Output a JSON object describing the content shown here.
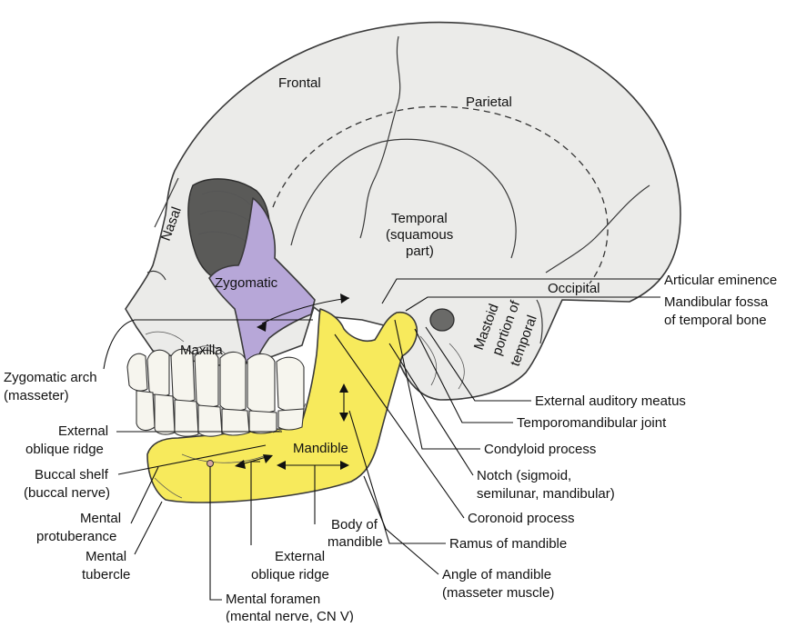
{
  "colors": {
    "cranium": "#ebebe9",
    "zygomatic": "#b7a7d8",
    "mandible": "#f7ea5c",
    "teeth": "#f6f5ee",
    "outline": "#3a3a3a"
  },
  "bones": {
    "frontal": "Frontal",
    "parietal": "Parietal",
    "temporal_line1": "Temporal",
    "temporal_line2": "(squamous",
    "temporal_line3": "part)",
    "nasal": "Nasal",
    "zygomatic": "Zygomatic",
    "maxilla": "Maxilla",
    "occipital": "Occipital",
    "mastoid_line1": "Mastoid",
    "mastoid_line2": "portion of",
    "mastoid_line3": "temporal",
    "mandible": "Mandible"
  },
  "callouts": {
    "articular_eminence": "Articular eminence",
    "mandibular_fossa_line1": "Mandibular fossa",
    "mandibular_fossa_line2": "of temporal bone",
    "external_auditory_meatus": "External auditory meatus",
    "temporomandibular_joint": "Temporomandibular joint",
    "condyloid_process": "Condyloid process",
    "notch_line1": "Notch (sigmoid,",
    "notch_line2": "semilunar, mandibular)",
    "coronoid_process": "Coronoid process",
    "ramus": "Ramus of mandible",
    "angle_line1": "Angle of mandible",
    "angle_line2": "(masseter muscle)",
    "zygomatic_arch_line1": "Zygomatic arch",
    "zygomatic_arch_line2": "(masseter)",
    "ext_oblique_left_line1": "External",
    "ext_oblique_left_line2": "oblique ridge",
    "buccal_shelf_line1": "Buccal shelf",
    "buccal_shelf_line2": "(buccal nerve)",
    "mental_protuberance_line1": "Mental",
    "mental_protuberance_line2": "protuberance",
    "mental_tubercle_line1": "Mental",
    "mental_tubercle_line2": "tubercle",
    "mental_foramen_line1": "Mental foramen",
    "mental_foramen_line2": "(mental nerve, CN V)",
    "ext_oblique_bottom_line1": "External",
    "ext_oblique_bottom_line2": "oblique ridge",
    "body_line1": "Body of",
    "body_line2": "mandible"
  }
}
